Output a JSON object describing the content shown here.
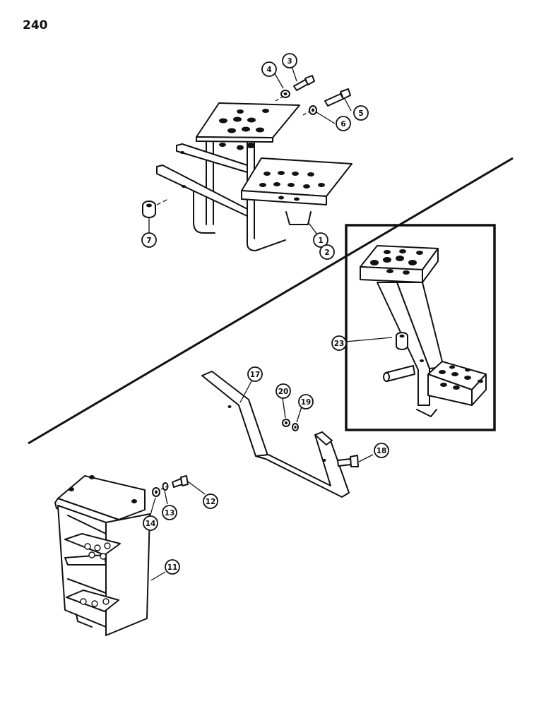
{
  "page_number": "240",
  "callouts": {
    "c1": "1",
    "c2": "2",
    "c3": "3",
    "c4": "4",
    "c5": "5",
    "c6": "6",
    "c7": "7",
    "c11": "11",
    "c12": "12",
    "c13": "13",
    "c14": "14",
    "c17": "17",
    "c18": "18",
    "c19": "19",
    "c20": "20",
    "c23": "23"
  }
}
